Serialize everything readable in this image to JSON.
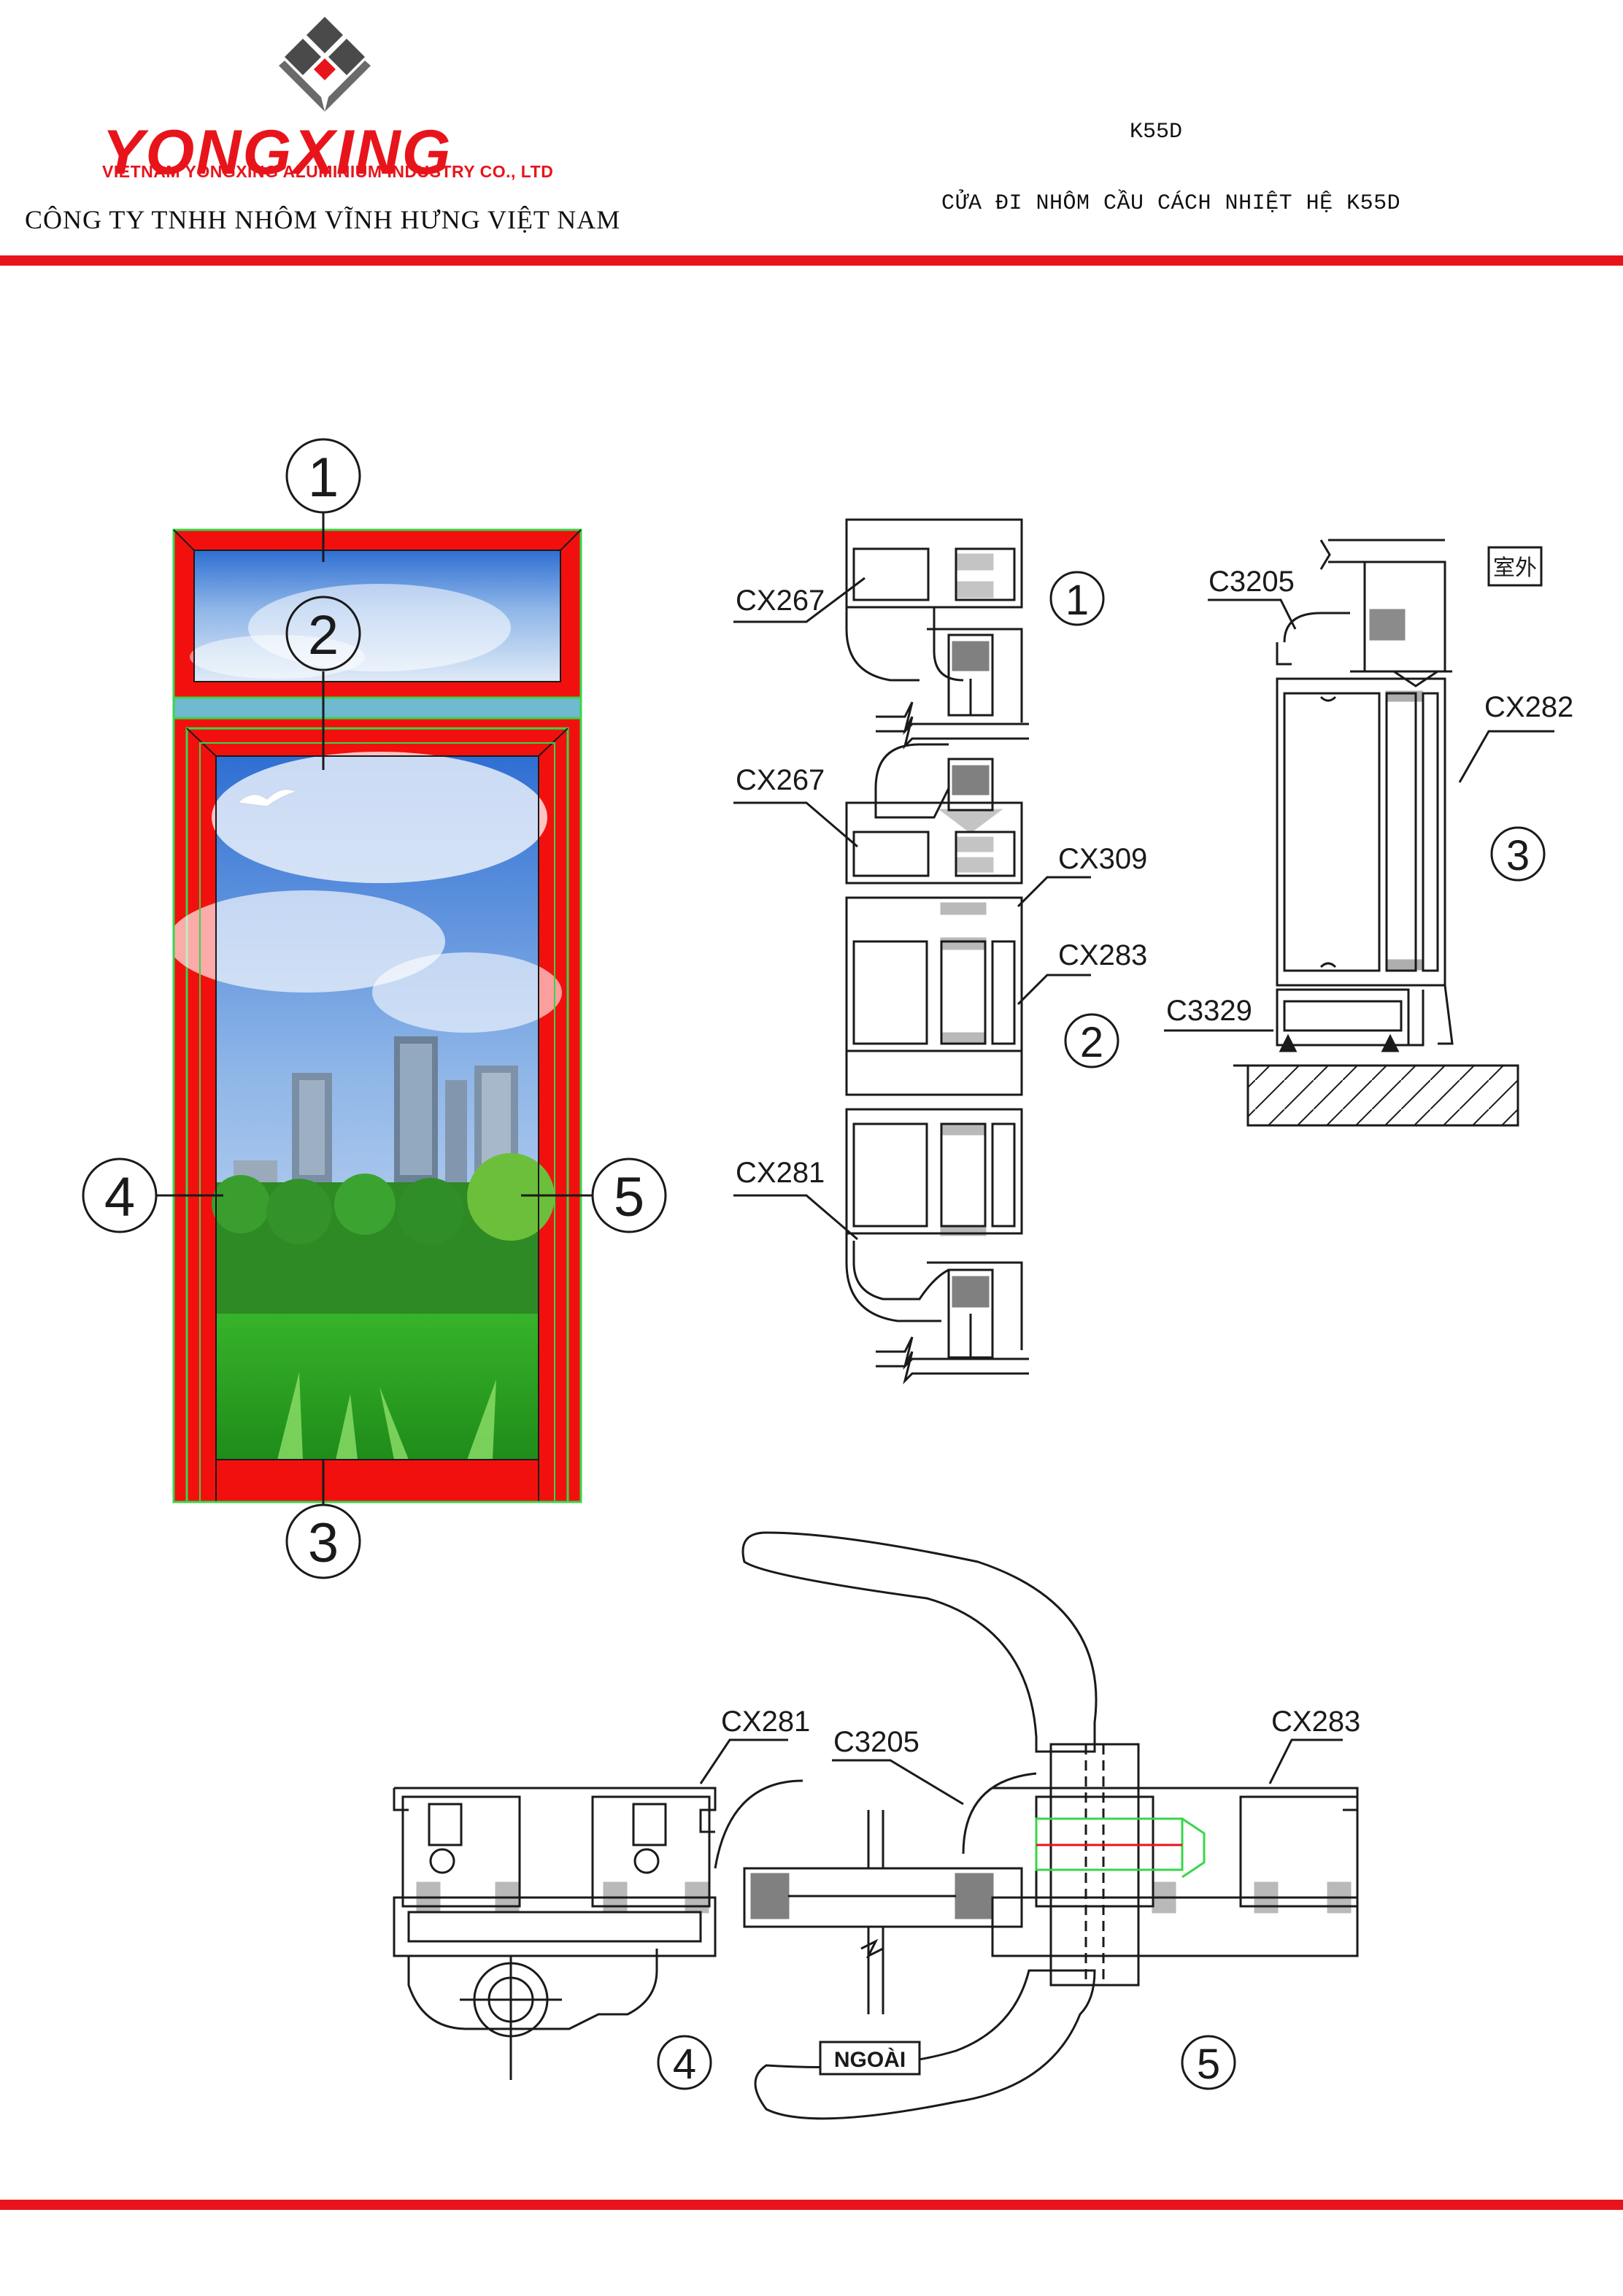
{
  "header": {
    "brand": "YONGXING",
    "brand_subtitle": "VIETNAM YONGXING ALUMINIUM INDUSTRY CO., LTD",
    "company_name": "CÔNG TY TNHH NHÔM VĨNH HƯNG VIỆT NAM",
    "drawing_code": "K55D",
    "drawing_title": "CỬA ĐI NHÔM CẦU CÁCH NHIỆT HỆ K55D"
  },
  "colors": {
    "accent_red": "#e8141b",
    "frame_red": "#f2100e",
    "line": "#1a1a1a",
    "green_outline": "#38d64a"
  },
  "elevation": {
    "callouts": [
      "1",
      "2",
      "3",
      "4",
      "5"
    ]
  },
  "section_vertical": {
    "labels": [
      "CX267",
      "CX267",
      "CX309",
      "CX283",
      "CX281"
    ],
    "callouts": [
      "1",
      "2"
    ]
  },
  "section_sill": {
    "labels": [
      "C3205",
      "CX282",
      "C3329"
    ],
    "callout": "3",
    "side_tag": "室外"
  },
  "section_horizontal": {
    "labels": [
      "CX281",
      "C3205",
      "CX283"
    ],
    "callouts": [
      "4",
      "5"
    ],
    "outside_label": "NGOÀI"
  }
}
